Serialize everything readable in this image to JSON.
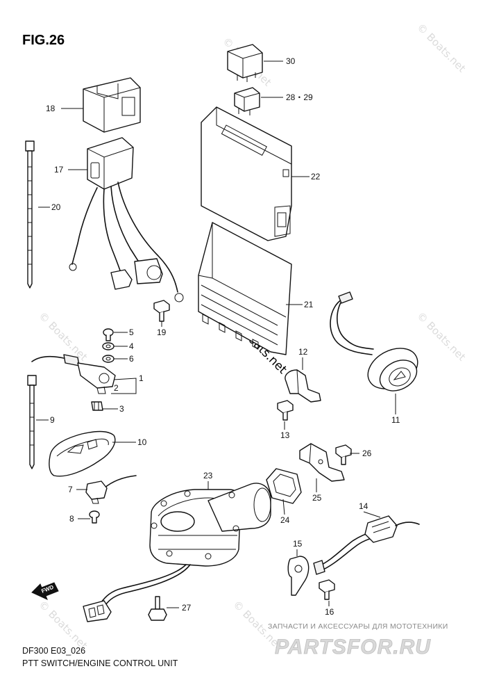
{
  "figure": {
    "title": "FIG.26",
    "code": "DF300 E03_026",
    "caption": "PTT SWITCH/ENGINE CONTROL UNIT"
  },
  "watermark": {
    "text": "© Boats.net"
  },
  "shop_banner": {
    "tagline": "ЗАПЧАСТИ И АКСЕССУАРЫ ДЛЯ МОТОТЕХНИКИ",
    "logo": "PARTSFOR.RU"
  },
  "fwd_label": "FWD",
  "callouts": {
    "c1": "1",
    "c2": "2",
    "c3": "3",
    "c4": "4",
    "c5": "5",
    "c6": "6",
    "c7": "7",
    "c8": "8",
    "c9": "9",
    "c10": "10",
    "c11": "11",
    "c12": "12",
    "c13": "13",
    "c14": "14",
    "c15": "15",
    "c16": "16",
    "c17": "17",
    "c18": "18",
    "c19": "19",
    "c20": "20",
    "c21": "21",
    "c22": "22",
    "c23": "23",
    "c24": "24",
    "c25": "25",
    "c26": "26",
    "c27": "27",
    "c28_29": "28・29",
    "c30": "30"
  }
}
